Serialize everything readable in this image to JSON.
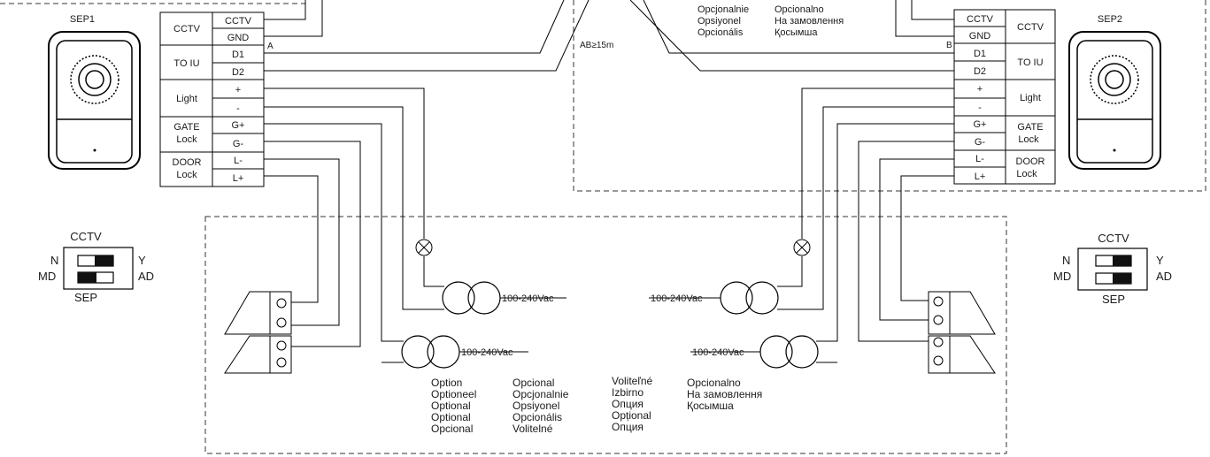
{
  "devices": {
    "left": "SEP1",
    "right": "SEP2"
  },
  "terminal_blocks": {
    "left": {
      "groups": [
        "CCTV",
        "TO IU",
        "Light",
        "GATE",
        "Lock",
        "DOOR",
        "Lock"
      ],
      "pins": [
        "CCTV",
        "GND",
        "D1",
        "D2",
        "+",
        "-",
        "G+",
        "G-",
        "L-",
        "L+"
      ],
      "point": "A"
    },
    "right": {
      "groups": [
        "CCTV",
        "TO IU",
        "Light",
        "GATE",
        "Lock",
        "DOOR",
        "Lock"
      ],
      "pins": [
        "CCTV",
        "GND",
        "D1",
        "D2",
        "+",
        "-",
        "G+",
        "G-",
        "L-",
        "L+"
      ],
      "point": "B"
    }
  },
  "distance_label": "AB≥15m",
  "switches": {
    "left": {
      "top": "CCTV",
      "bottom": "SEP",
      "left_top": "N",
      "left_bottom": "MD",
      "right_top": "Y",
      "right_bottom": "AD"
    },
    "right": {
      "top": "CCTV",
      "bottom": "SEP",
      "left_top": "N",
      "left_bottom": "MD",
      "right_top": "Y",
      "right_bottom": "AD"
    }
  },
  "power": {
    "upper_left": "100-240Vac",
    "lower_left": "100-240Vac",
    "upper_right": "100-240Vac",
    "lower_right": "100-240Vac"
  },
  "top_optional": {
    "col1": [
      "Opcjonalnie",
      "Opsiyonel",
      "Opcionális"
    ],
    "col2": [
      "Opcionalno",
      "На замовлення",
      "Қосымша"
    ]
  },
  "bottom_optional": {
    "col1": [
      "Option",
      "Optioneel",
      "Optional",
      "Optional",
      "Opcional"
    ],
    "col2": [
      "Opcional",
      "Opcjonalnie",
      "Opsiyonel",
      "Opcionális",
      "Volitelné"
    ],
    "col3": [
      "Voliteľné",
      "Izbirno",
      "Опция",
      "Opțional",
      "Опция"
    ],
    "col4": [
      "Opcionalno",
      "На замовлення",
      "Қосымша"
    ]
  }
}
